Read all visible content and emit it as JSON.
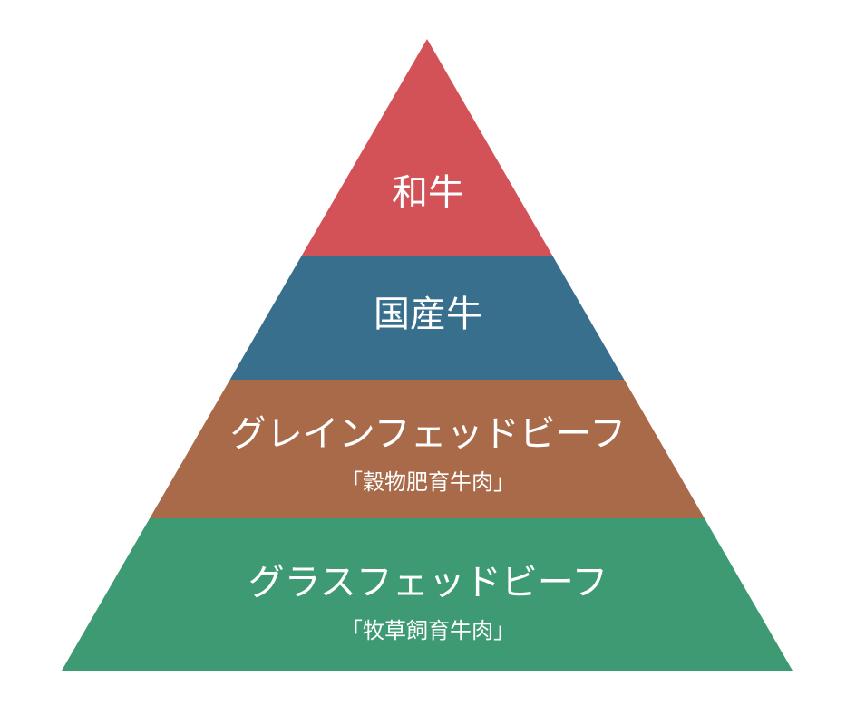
{
  "diagram": {
    "type": "pyramid",
    "tiers": [
      {
        "label": "和牛",
        "sublabel": "",
        "color": "#d35257"
      },
      {
        "label": "国産牛",
        "sublabel": "",
        "color": "#376f8d"
      },
      {
        "label": "グレインフェッドビーフ",
        "sublabel": "「穀物肥育牛肉」",
        "color": "#a96a4a"
      },
      {
        "label": "グラスフェッドビーフ",
        "sublabel": "「牧草飼育牛肉」",
        "color": "#3e9a73"
      }
    ]
  }
}
